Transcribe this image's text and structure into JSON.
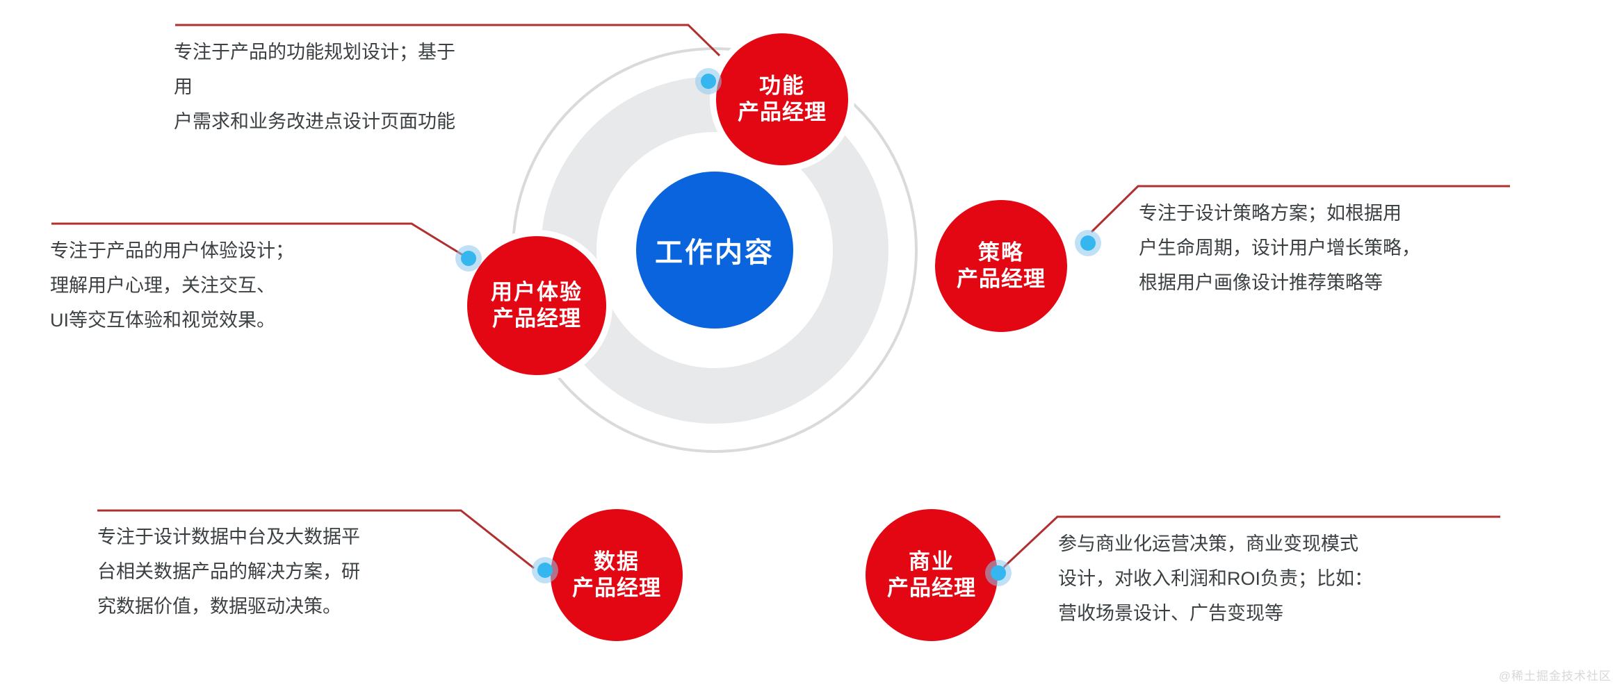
{
  "diagram": {
    "center": {
      "label": "工作内容"
    },
    "nodes": [
      {
        "id": "functional",
        "line1": "功能",
        "line2": "产品经理"
      },
      {
        "id": "strategy",
        "line1": "策略",
        "line2": "产品经理"
      },
      {
        "id": "business",
        "line1": "商业",
        "line2": "产品经理"
      },
      {
        "id": "data",
        "line1": "数据",
        "line2": "产品经理"
      },
      {
        "id": "ux",
        "line1": "用户体验",
        "line2": "产品经理"
      }
    ],
    "descriptions": {
      "functional": "专注于产品的功能规划设计；基于用\n户需求和业务改进点设计页面功能",
      "strategy": "专注于设计策略方案；如根据用\n户生命周期，设计用户增长策略，\n根据用户画像设计推荐策略等",
      "business": "参与商业化运营决策，商业变现模式\n设计，对收入利润和ROI负责；比如：\n营收场景设计、广告变现等",
      "data": "专注于设计数据中台及大数据平\n台相关数据产品的解决方案，研\n究数据价值，数据驱动决策。",
      "ux": "专注于产品的用户体验设计；\n理解用户心理，关注交互、\nUI等交互体验和视觉效果。"
    }
  },
  "colors": {
    "node_red": "#e30613",
    "center_blue": "#0a64de",
    "ring_gray": "#e8e9ea",
    "outline_gray": "#d9dadb",
    "leader_red": "#b03030",
    "dot_blue": "#35b6ef",
    "text_gray": "#3b4043"
  },
  "watermark": {
    "text": "@稀土掘金技术社区"
  }
}
